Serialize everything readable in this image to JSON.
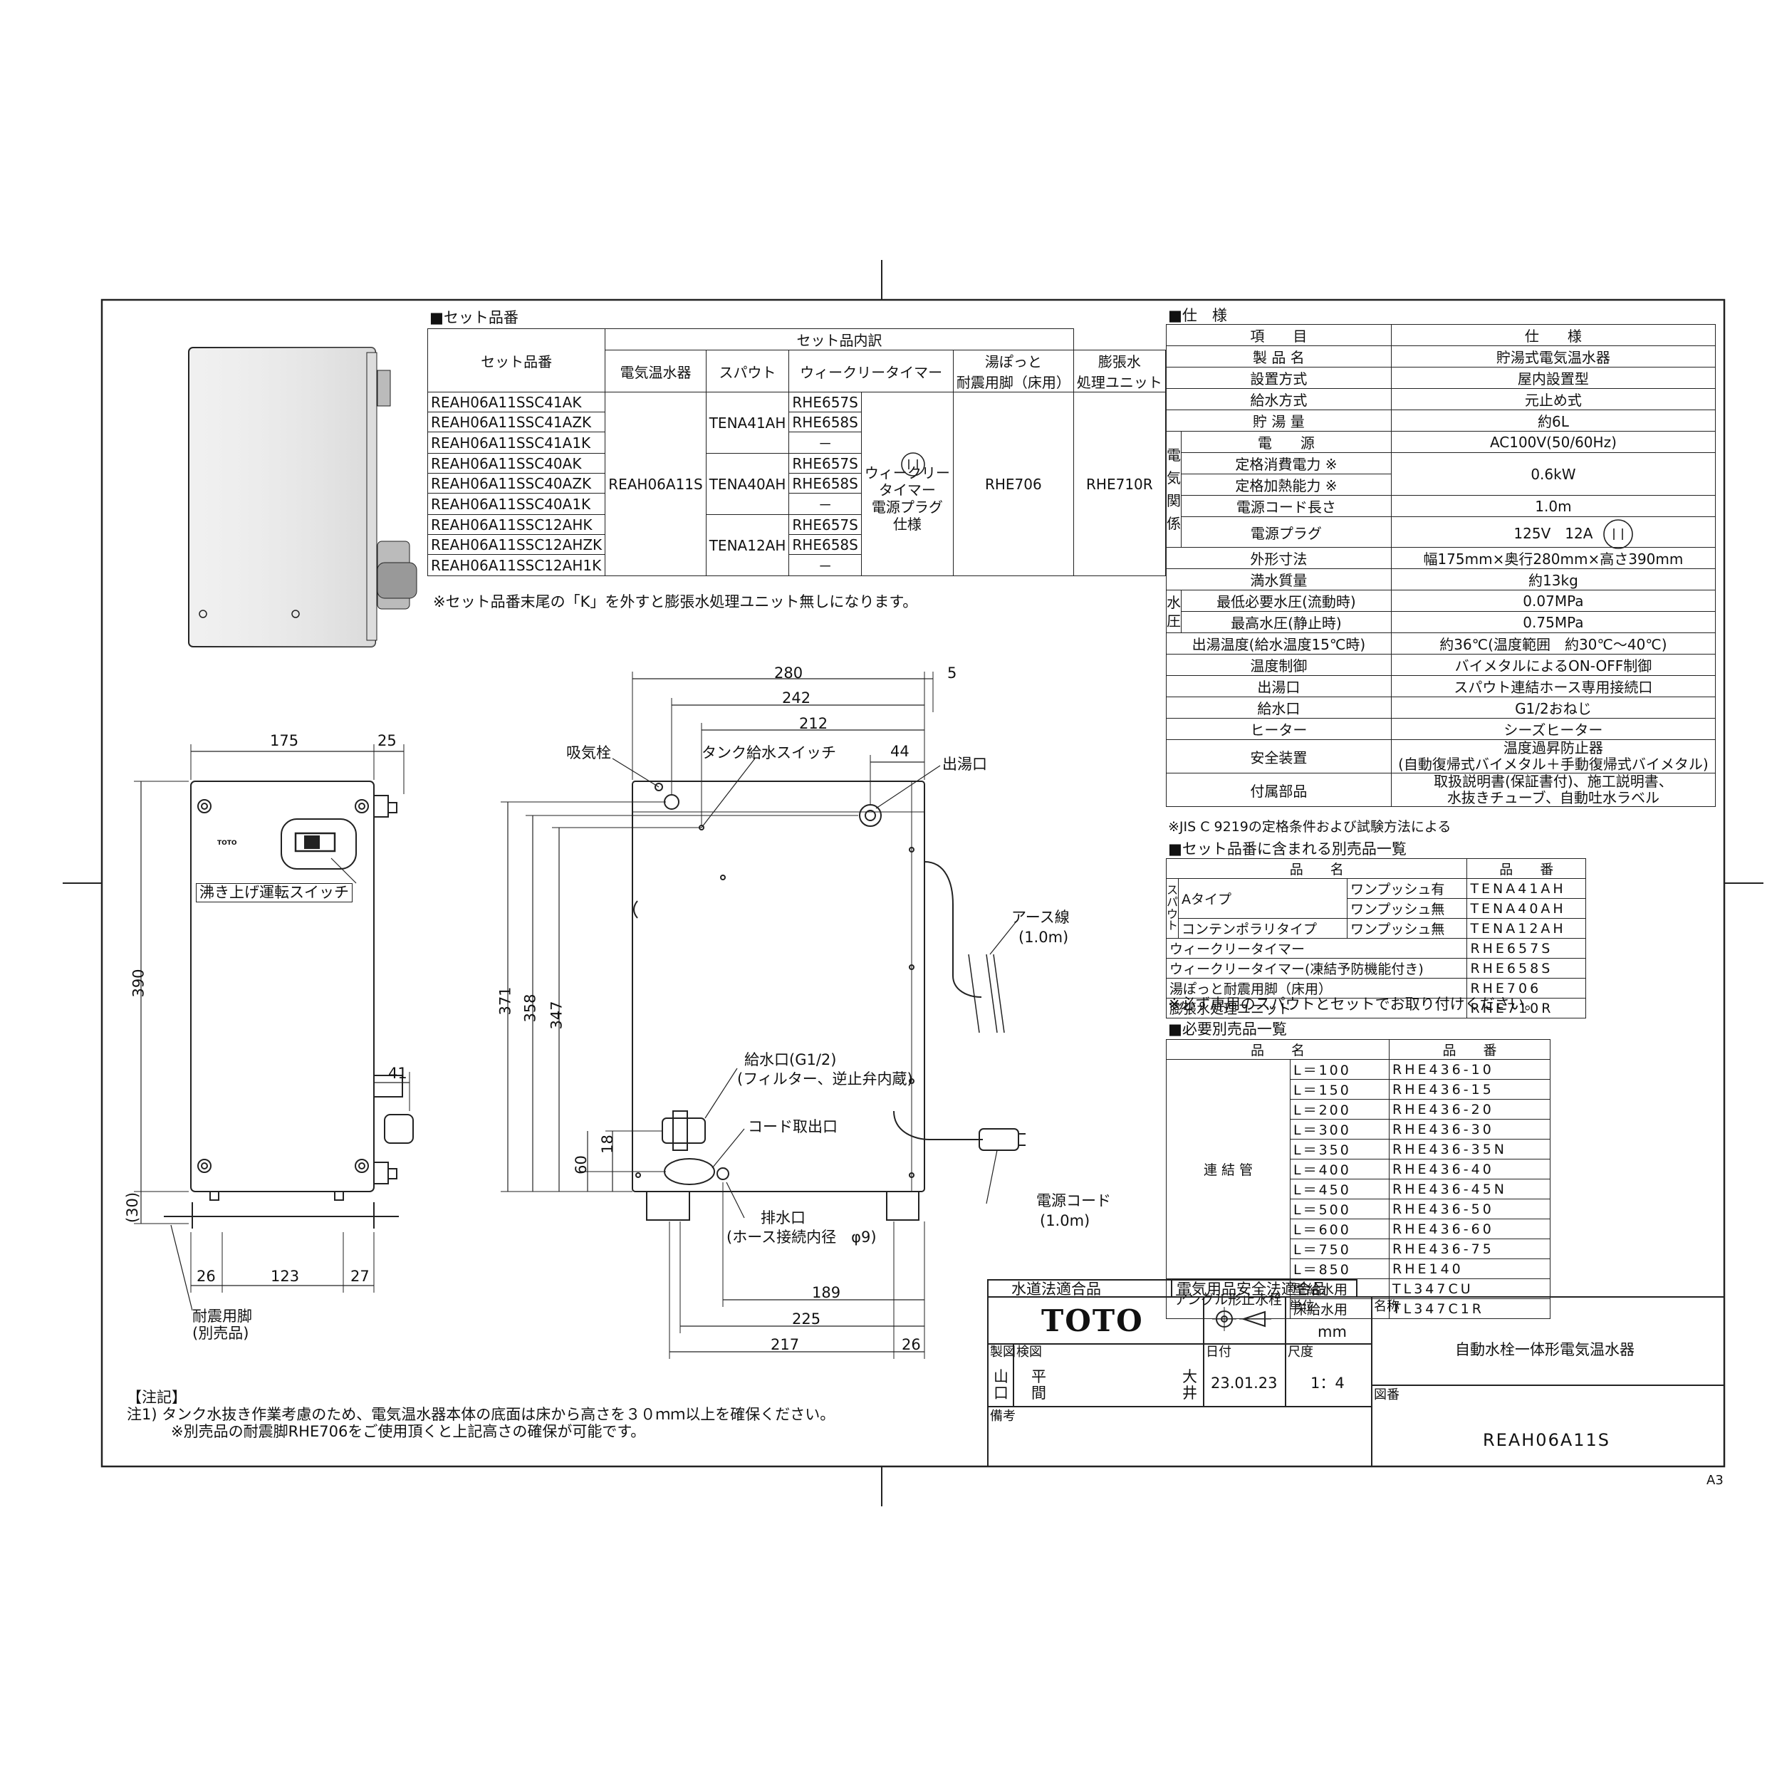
{
  "set_section": {
    "title": "■セット品番",
    "header_set_code": "セット品番",
    "header_breakdown": "セット品内訳",
    "col_heater": "電気温水器",
    "col_spout": "スパウト",
    "col_timer": "ウィークリータイマー",
    "col_leg_l1": "湯ぽっと",
    "col_leg_l2": "耐震用脚（床用）",
    "col_unit_l1": "膨張水",
    "col_unit_l2": "処理ユニット",
    "codes": [
      "REAH06A11SSC41AK",
      "REAH06A11SSC41AZK",
      "REAH06A11SSC41A1K",
      "REAH06A11SSC40AK",
      "REAH06A11SSC40AZK",
      "REAH06A11SSC40A1K",
      "REAH06A11SSC12AHK",
      "REAH06A11SSC12AHZK",
      "REAH06A11SSC12AH1K"
    ],
    "heater": "REAH06A11S",
    "spouts": [
      "TENA41AH",
      "TENA40AH",
      "TENA12AH"
    ],
    "timers": [
      "RHE657S",
      "RHE658S",
      "－",
      "RHE657S",
      "RHE658S",
      "－",
      "RHE657S",
      "RHE658S",
      "－"
    ],
    "plug_note": [
      "ウィークリー",
      "タイマー",
      "電源プラグ",
      "仕様"
    ],
    "leg": "RHE706",
    "unit": "RHE710R",
    "footnote": "※セット品番末尾の「K」を外すと膨張水処理ユニット無しになります。"
  },
  "spec_section": {
    "title": "■仕　様",
    "h_item": "項　　目",
    "h_spec": "仕　　様",
    "rows": [
      {
        "item": "製 品 名",
        "spec": "貯湯式電気温水器"
      },
      {
        "item": "設置方式",
        "spec": "屋内設置型"
      },
      {
        "item": "給水方式",
        "spec": "元止め式"
      },
      {
        "item": "貯 湯 量",
        "spec": "約6L"
      }
    ],
    "elec_label": [
      "電",
      "気",
      "関",
      "係"
    ],
    "elec_rows": [
      {
        "item": "電　　源",
        "spec": "AC100V(50/60Hz)"
      },
      {
        "item": "定格消費電力 ※",
        "spec": ""
      },
      {
        "item": "定格加熱能力 ※",
        "spec": "0.6kW"
      },
      {
        "item": "電源コード長さ",
        "spec": "1.0m"
      },
      {
        "item": "電源プラグ",
        "spec": "125V　12A"
      }
    ],
    "rows2": [
      {
        "item": "外形寸法",
        "spec": "幅175mm×奥行280mm×高さ390mm"
      },
      {
        "item": "満水質量",
        "spec": "約13kg"
      }
    ],
    "water_label": [
      "水",
      "圧"
    ],
    "water_rows": [
      {
        "item": "最低必要水圧(流動時)",
        "spec": "0.07MPa"
      },
      {
        "item": "最高水圧(静止時)",
        "spec": "0.75MPa"
      }
    ],
    "rows3": [
      {
        "item": "出湯温度(給水温度15℃時)",
        "spec": "約36℃(温度範囲　約30℃～40℃)"
      },
      {
        "item": "温度制御",
        "spec": "バイメタルによるON-OFF制御"
      },
      {
        "item": "出湯口",
        "spec": "スパウト連結ホース専用接続口"
      },
      {
        "item": "給水口",
        "spec": "G1/2おねじ"
      },
      {
        "item": "ヒーター",
        "spec": "シーズヒーター"
      }
    ],
    "safety_item": "安全装置",
    "safety_spec": [
      "温度過昇防止器",
      "(自動復帰式バイメタル＋手動復帰式バイメタル)"
    ],
    "acc_item": "付属部品",
    "acc_spec": [
      "取扱説明書(保証書付)、施工説明書、",
      "水抜きチューブ、自動吐水ラベル"
    ],
    "footnote": "※JIS C 9219の定格条件および試験方法による"
  },
  "separate_section": {
    "title": "■セット品番に含まれる別売品一覧",
    "h_name": "品　　名",
    "h_code": "品　　番",
    "spout_label": [
      "ス",
      "パ",
      "ウ",
      "ト"
    ],
    "atype": "Aタイプ",
    "contemp": "コンテンポラリタイプ",
    "spout_rows": [
      {
        "sub": "ワンプッシュ有",
        "code": "TENA41AH"
      },
      {
        "sub": "ワンプッシュ無",
        "code": "TENA40AH"
      },
      {
        "sub": "ワンプッシュ無",
        "code": "TENA12AH"
      }
    ],
    "other_rows": [
      {
        "name": "ウィークリータイマー",
        "code": "RHE657S"
      },
      {
        "name": "ウィークリータイマー(凍結予防機能付き)",
        "code": "RHE658S"
      },
      {
        "name": "湯ぽっと耐震用脚（床用）",
        "code": "RHE706"
      },
      {
        "name": "膨張水処理ユニット",
        "code": "RHE710R"
      }
    ],
    "footnote": "※必ず専用のスパウトとセットでお取り付けください。"
  },
  "required_section": {
    "title": "■必要別売品一覧",
    "h_name": "品　　名",
    "h_code": "品　　番",
    "pipe_label": "連 結 管",
    "pipes": [
      {
        "len": "L＝100",
        "code": "RHE436-10"
      },
      {
        "len": "L＝150",
        "code": "RHE436-15"
      },
      {
        "len": "L＝200",
        "code": "RHE436-20"
      },
      {
        "len": "L＝300",
        "code": "RHE436-30"
      },
      {
        "len": "L＝350",
        "code": "RHE436-35N"
      },
      {
        "len": "L＝400",
        "code": "RHE436-40"
      },
      {
        "len": "L＝450",
        "code": "RHE436-45N"
      },
      {
        "len": "L＝500",
        "code": "RHE436-50"
      },
      {
        "len": "L＝600",
        "code": "RHE436-60"
      },
      {
        "len": "L＝750",
        "code": "RHE436-75"
      },
      {
        "len": "L＝850",
        "code": "RHE140"
      }
    ],
    "angle_label": "アングル形止水栓",
    "angle_rows": [
      {
        "sub": "壁給水用",
        "code": "TL347CU"
      },
      {
        "sub": "床給水用",
        "code": "TL347C1R"
      }
    ]
  },
  "drawing": {
    "front_dims": {
      "w175": "175",
      "w25": "25",
      "h390": "390",
      "d41": "41",
      "h30": "(30)",
      "b26": "26",
      "b123": "123",
      "b27": "27"
    },
    "switch_label": "沸き上げ運転スイッチ",
    "brand_small": "TOTO",
    "leg_label": [
      "耐震用脚",
      "(別売品)"
    ],
    "side_dims": {
      "d280": "280",
      "d5": "5",
      "d242": "242",
      "d212": "212",
      "d44": "44",
      "h371": "371",
      "h358": "358",
      "h347": "347",
      "h18": "18",
      "h60": "60",
      "b189": "189",
      "b225": "225",
      "b217": "217",
      "b26": "26"
    },
    "labels": {
      "intake": "吸気栓",
      "tank_switch": "タンク給水スイッチ",
      "outlet": "出湯口",
      "earth": [
        "アース線",
        "(1.0m)"
      ],
      "inlet": [
        "給水口(G1/2)",
        "(フィルター、逆止弁内蔵)"
      ],
      "cord_out": "コード取出口",
      "drain": [
        "排水口",
        "(ホース接続内径　φ9)"
      ],
      "power_cord": [
        "電源コード",
        "(1.0m)"
      ]
    }
  },
  "notes": {
    "title": "【注記】",
    "line1": "注1) タンク水抜き作業考慮のため、電気温水器本体の底面は床から高さを３０ｍｍ以上を確保ください。",
    "line2": "※別売品の耐震脚RHE706をご使用頂くと上記高さの確保が可能です。"
  },
  "title_block": {
    "cert1": "水道法適合品",
    "cert2": "電気用品安全法適合品",
    "logo": "TOTO",
    "unit_label": "単位",
    "unit": "mm",
    "name_label": "名称",
    "name": "自動水栓一体形電気温水器",
    "drawn_label": "製図",
    "drawn": "山口",
    "check_label": "検図",
    "check": "平間",
    "approve": "大井",
    "date_label": "日付",
    "date": "23.01.23",
    "scale_label": "尺度",
    "scale": "1：4",
    "drawing_no_label": "図番",
    "drawing_no": "REAH06A11S",
    "remarks_label": "備考"
  },
  "sheet_size": "A3"
}
